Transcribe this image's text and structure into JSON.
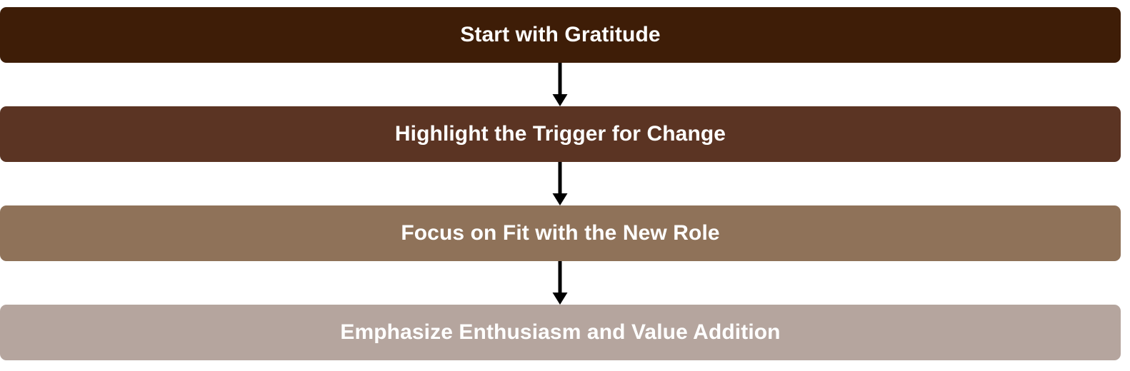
{
  "chart_data": {
    "type": "diagram",
    "diagram_type": "flowchart",
    "orientation": "vertical-top-to-bottom",
    "title": "",
    "background_color": "#ffffff",
    "nodes": [
      {
        "id": "step-1",
        "order": 1,
        "label": "Start with Gratitude",
        "fill_color": "#3E1D07",
        "text_color": "#ffffff"
      },
      {
        "id": "step-2",
        "order": 2,
        "label": "Highlight the Trigger for Change",
        "fill_color": "#5B3423",
        "text_color": "#ffffff"
      },
      {
        "id": "step-3",
        "order": 3,
        "label": "Focus on Fit with the New Role",
        "fill_color": "#8F7259",
        "text_color": "#ffffff"
      },
      {
        "id": "step-4",
        "order": 4,
        "label": "Emphasize Enthusiasm and Value Addition",
        "fill_color": "#B5A59E",
        "text_color": "#ffffff"
      }
    ],
    "edges": [
      {
        "from": "step-1",
        "to": "step-2",
        "label": "",
        "style": "solid-arrow",
        "color": "#000000"
      },
      {
        "from": "step-2",
        "to": "step-3",
        "label": "",
        "style": "solid-arrow",
        "color": "#000000"
      },
      {
        "from": "step-3",
        "to": "step-4",
        "label": "",
        "style": "solid-arrow",
        "color": "#000000"
      }
    ]
  }
}
